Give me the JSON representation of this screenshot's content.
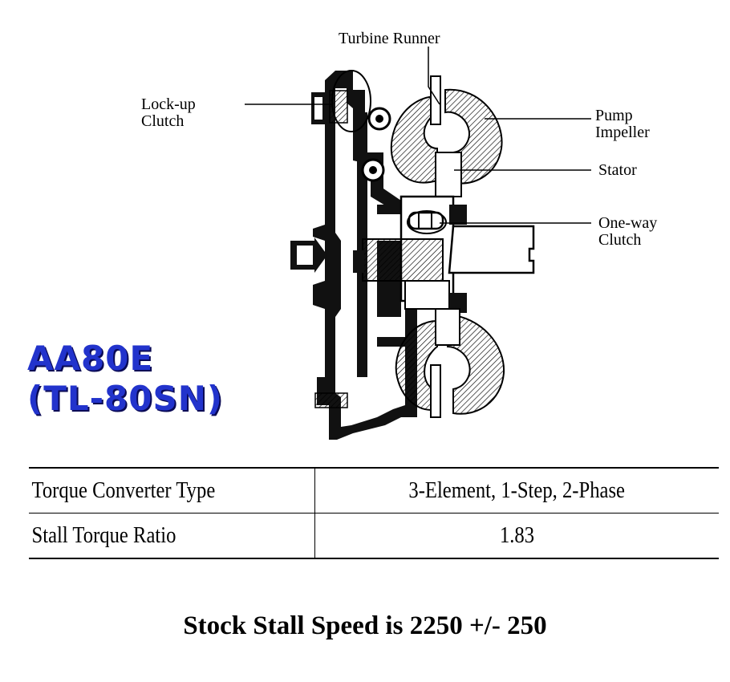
{
  "diagram": {
    "labels": {
      "turbine_runner": "Turbine Runner",
      "lockup_clutch_line1": "Lock-up",
      "lockup_clutch_line2": "Clutch",
      "pump_impeller_line1": "Pump",
      "pump_impeller_line2": "Impeller",
      "stator": "Stator",
      "oneway_clutch_line1": "One-way",
      "oneway_clutch_line2": "Clutch"
    }
  },
  "model": {
    "line1": "AA80E",
    "line2": "(TL-80SN)"
  },
  "spec_table": {
    "rows": [
      {
        "key": "Torque Converter Type",
        "value": "3-Element, 1-Step, 2-Phase"
      },
      {
        "key": "Stall Torque Ratio",
        "value": "1.83"
      }
    ]
  },
  "footer": "Stock Stall Speed is 2250 +/- 250"
}
